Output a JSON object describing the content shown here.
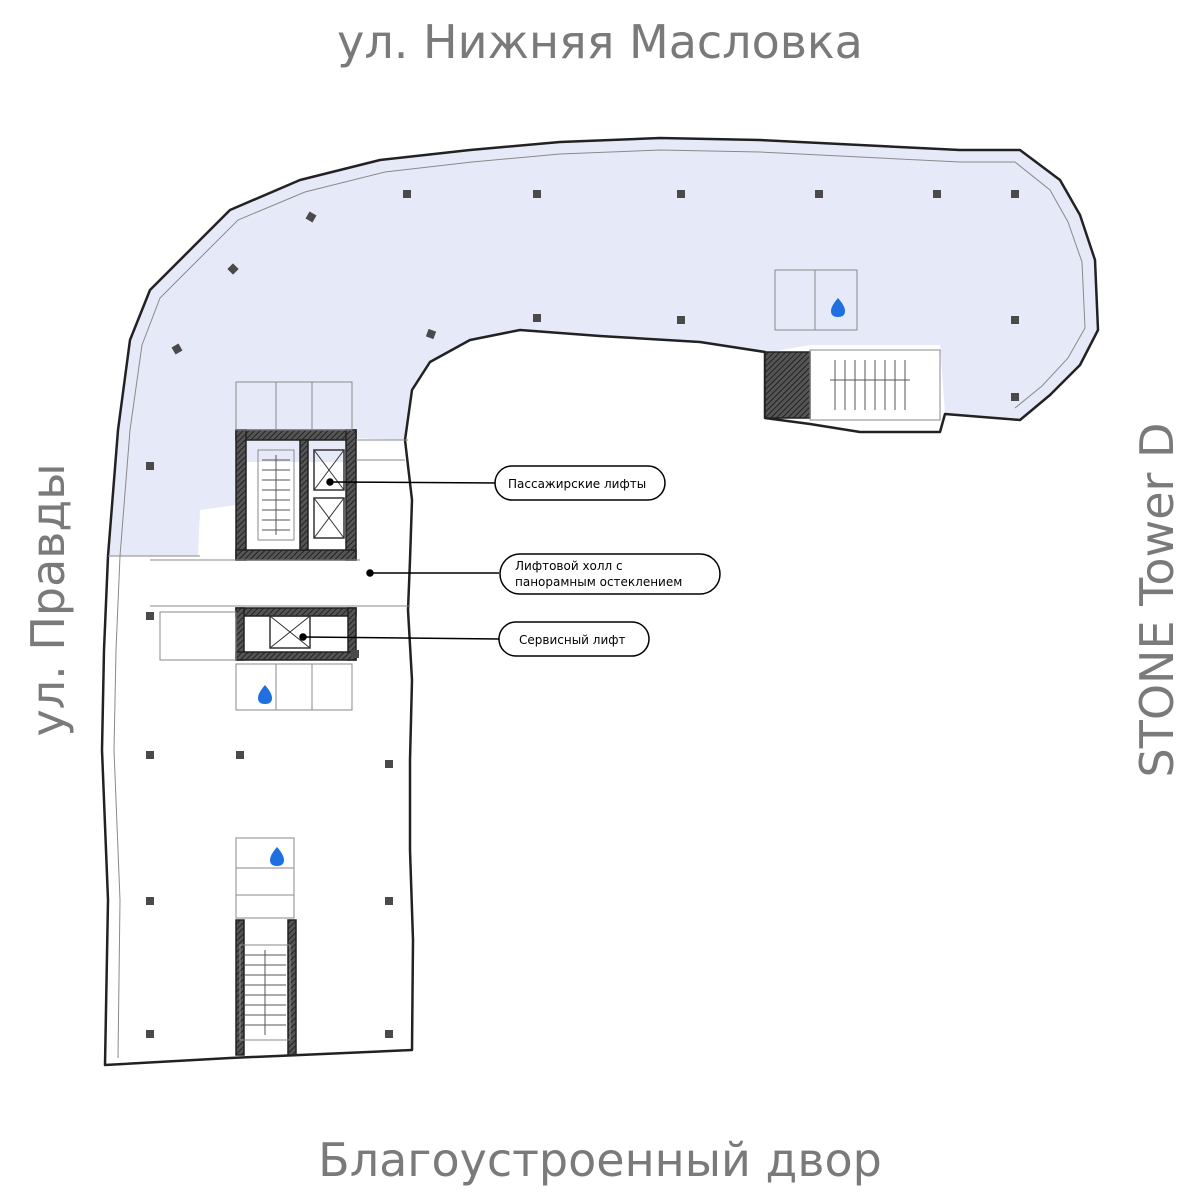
{
  "streets": {
    "top": "ул. Нижняя Масловка",
    "bottom": "Благоустроенный двор",
    "left": "ул. Правды",
    "right": "STONE Tower D"
  },
  "callouts": [
    {
      "id": "passenger-lifts",
      "lines": [
        "Пассажирские лифты"
      ]
    },
    {
      "id": "lift-hall",
      "lines": [
        "Лифтовой холл с",
        "панорамным остеклением"
      ]
    },
    {
      "id": "service-lift",
      "lines": [
        "Сервисный лифт"
      ]
    }
  ],
  "colors": {
    "highlight_fill": "#e6e9f8",
    "street_text": "#7a7a7a",
    "outline": "#222222",
    "water_icon": "#1f6fe0"
  },
  "icons": [
    "water-drop-icon",
    "column-marker-icon",
    "elevator-icon",
    "stair-icon"
  ]
}
